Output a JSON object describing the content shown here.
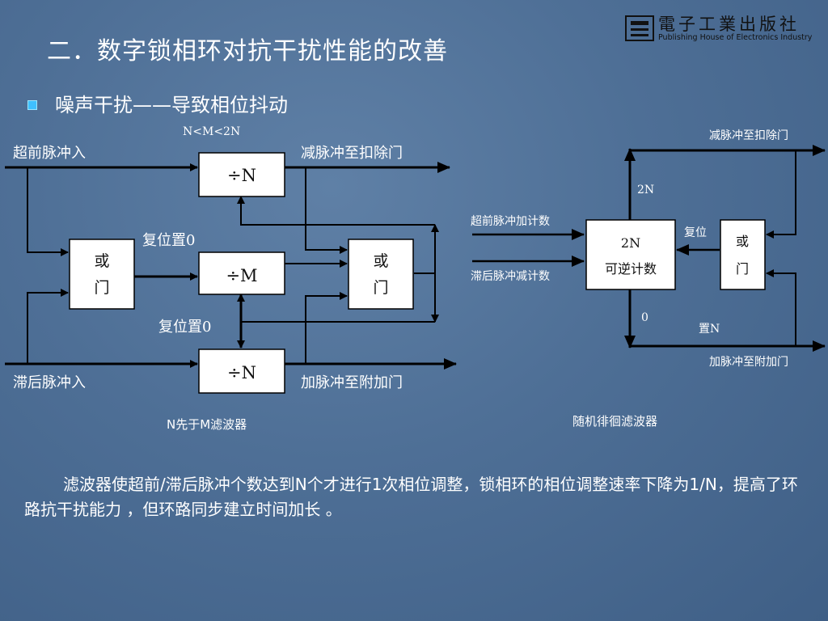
{
  "title": "二．数字锁相环对抗干扰性能的改善",
  "logo": {
    "cn": "電子工業出版社",
    "en": "Publishing House of Electronics Industry"
  },
  "subtitle": "噪声干扰——导致相位抖动",
  "left_diagram": {
    "condition": "N<M<2N",
    "input_lead": "超前脉冲入",
    "input_lag": "滞后脉冲入",
    "out_minus": "减脉冲至扣除门",
    "out_plus": "加脉冲至附加门",
    "reset_top": "复位置0",
    "reset_bottom": "复位置0",
    "div_top": "÷N",
    "div_mid": "÷M",
    "div_bot": "÷N",
    "or_left_1": "或",
    "or_left_2": "门",
    "or_right_1": "或",
    "or_right_2": "门",
    "caption": "N先于M滤波器"
  },
  "right_diagram": {
    "out_minus": "减脉冲至扣除门",
    "out_plus": "加脉冲至附加门",
    "label_2n": "2N",
    "label_0": "0",
    "in_lead": "超前脉冲加计数",
    "in_lag": "滞后脉冲减计数",
    "counter_1": "2N",
    "counter_2": "可逆计数",
    "reset": "复位",
    "set_n": "置N",
    "or_1": "或",
    "or_2": "门",
    "caption": "随机徘徊滤波器"
  },
  "paragraph": "滤波器使超前/滞后脉冲个数达到N个才进行1次相位调整，锁相环的相位调整速率下降为1/N，提高了环路抗干扰能力 ，但环路同步建立时间加长 。"
}
